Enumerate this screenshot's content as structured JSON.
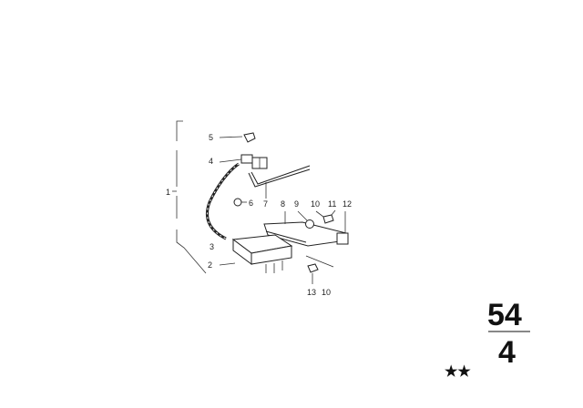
{
  "diagram": {
    "callouts": [
      "1",
      "2",
      "3",
      "4",
      "5",
      "6",
      "7",
      "8",
      "9",
      "10",
      "11",
      "12",
      "13",
      "10"
    ],
    "group_code": {
      "top": "54",
      "bottom": "4"
    },
    "stars": "★★"
  }
}
